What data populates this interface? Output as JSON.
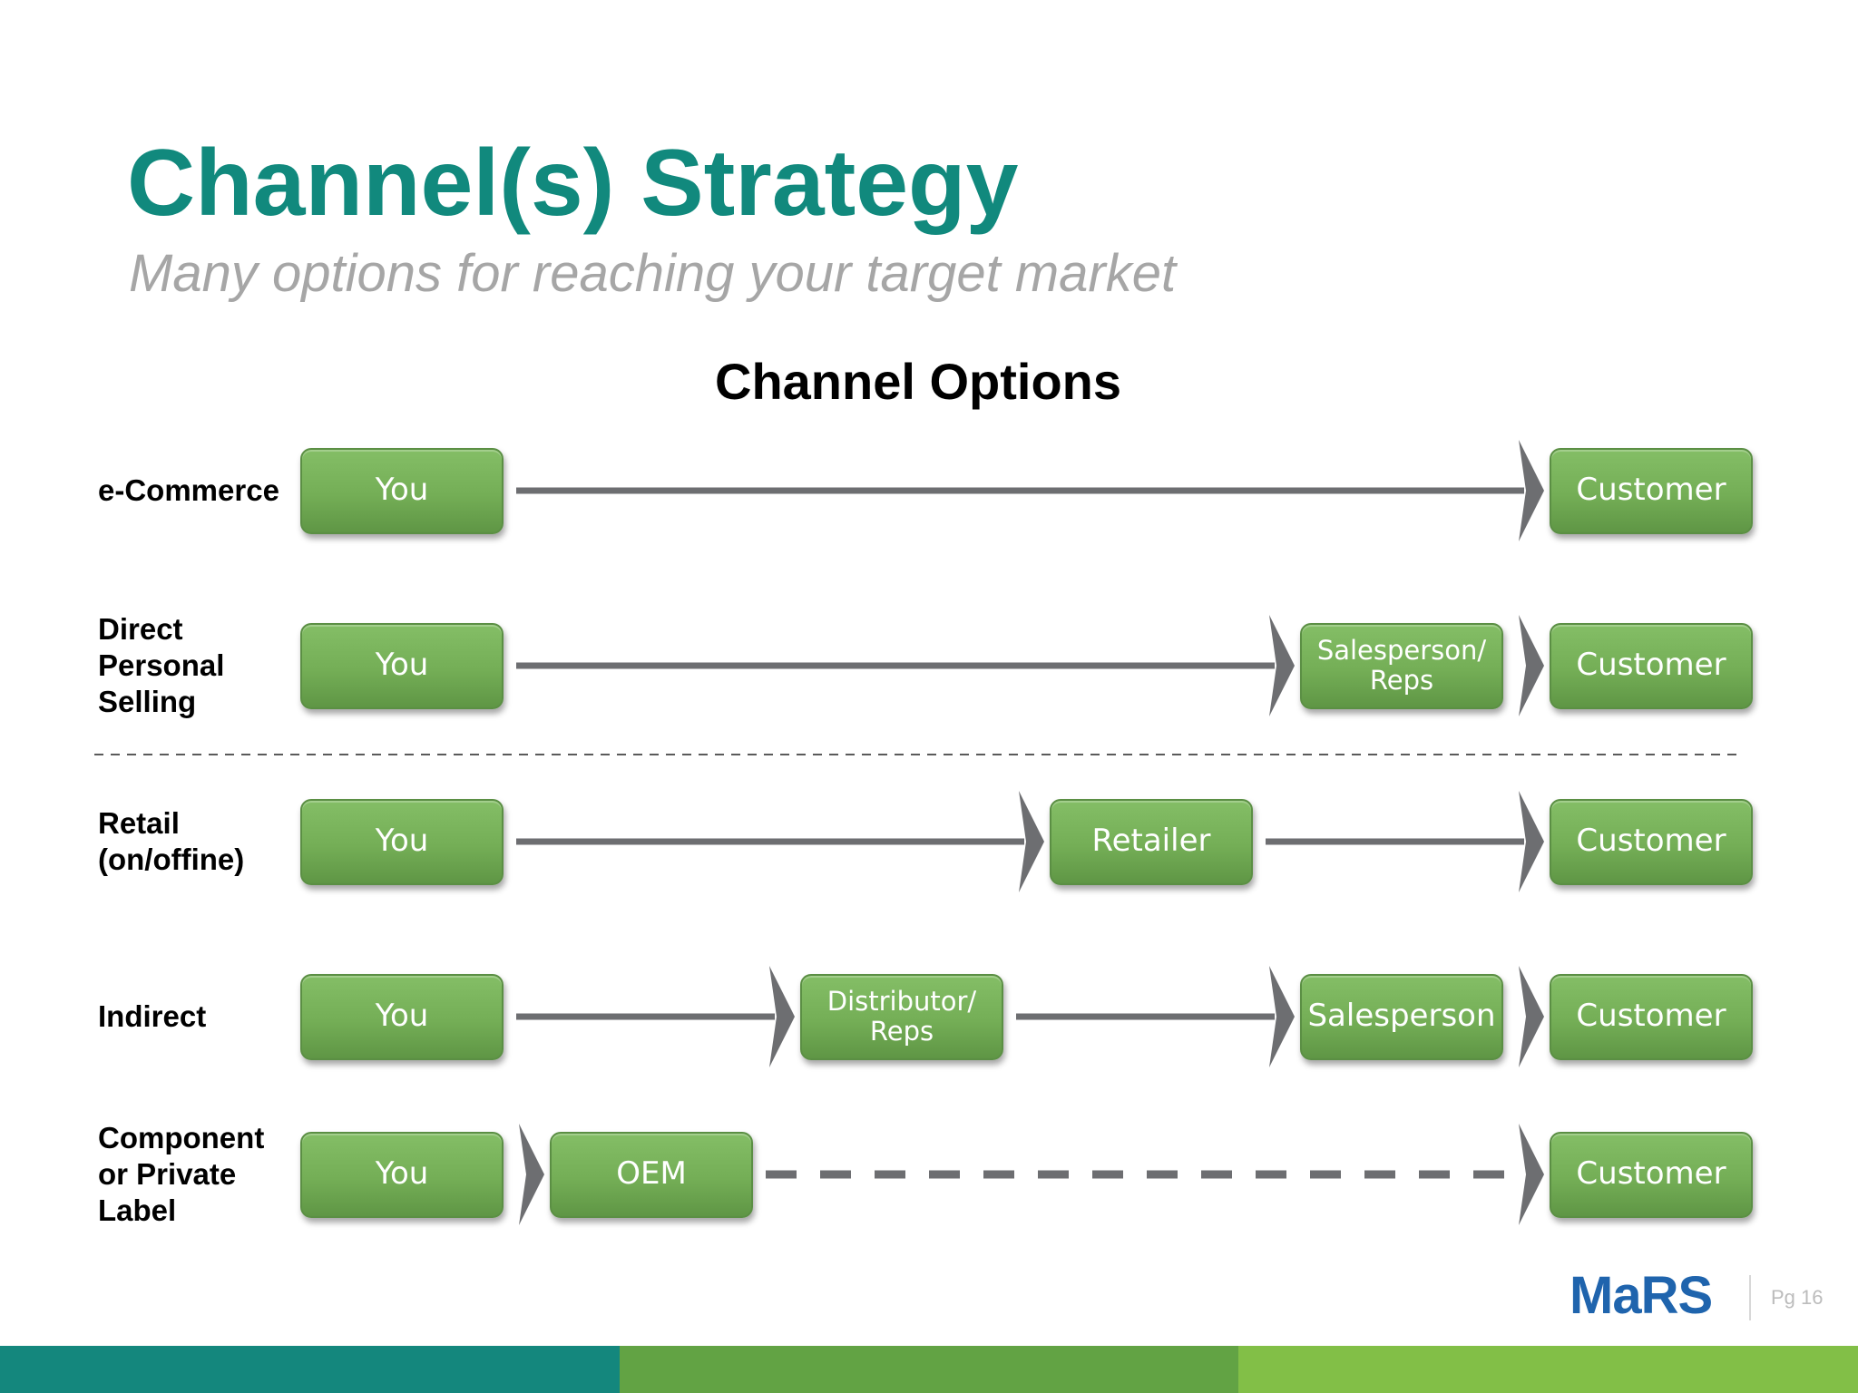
{
  "title": "Channel(s) Strategy",
  "subtitle": "Many options for reaching your target market",
  "heading": "Channel Options",
  "logo": "MaRS",
  "page_number": "Pg 16",
  "colors": {
    "title": "#11897d",
    "subtitle": "#a6a6a6",
    "node_fill": "#76b05a",
    "node_border": "#5b8f44",
    "arrow": "#6d6e71",
    "divider": "#5a5a5a",
    "logo": "#1f64ad",
    "bar": [
      "#14877d",
      "#62a344",
      "#82bf47"
    ]
  },
  "rows": [
    {
      "label": "e-Commerce",
      "nodes": [
        {
          "text": "You",
          "col": 0
        },
        {
          "text": "Customer",
          "col": 5
        }
      ],
      "links": [
        {
          "from": 0,
          "to": 1,
          "style": "solid"
        }
      ]
    },
    {
      "label": "Direct\nPersonal\nSelling",
      "nodes": [
        {
          "text": "You",
          "col": 0
        },
        {
          "text": "Salesperson/\nReps",
          "col": 4,
          "small": true
        },
        {
          "text": "Customer",
          "col": 5
        }
      ],
      "links": [
        {
          "from": 0,
          "to": 1,
          "style": "solid"
        },
        {
          "from": 1,
          "to": 2,
          "style": "chevron"
        }
      ]
    },
    {
      "label": "Retail\n(on/offine)",
      "nodes": [
        {
          "text": "You",
          "col": 0
        },
        {
          "text": "Retailer",
          "col": 3
        },
        {
          "text": "Customer",
          "col": 5
        }
      ],
      "links": [
        {
          "from": 0,
          "to": 1,
          "style": "solid"
        },
        {
          "from": 1,
          "to": 2,
          "style": "solid"
        }
      ]
    },
    {
      "label": "Indirect",
      "nodes": [
        {
          "text": "You",
          "col": 0
        },
        {
          "text": "Distributor/\nReps",
          "col": 2,
          "small": true
        },
        {
          "text": "Salesperson",
          "col": 4
        },
        {
          "text": "Customer",
          "col": 5
        }
      ],
      "links": [
        {
          "from": 0,
          "to": 1,
          "style": "solid"
        },
        {
          "from": 1,
          "to": 2,
          "style": "solid"
        },
        {
          "from": 2,
          "to": 3,
          "style": "chevron"
        }
      ]
    },
    {
      "label": "Component\nor Private\nLabel",
      "nodes": [
        {
          "text": "You",
          "col": 0
        },
        {
          "text": "OEM",
          "col": 1
        },
        {
          "text": "Customer",
          "col": 5
        }
      ],
      "links": [
        {
          "from": 0,
          "to": 1,
          "style": "chevron"
        },
        {
          "from": 1,
          "to": 2,
          "style": "dashed"
        }
      ]
    }
  ]
}
